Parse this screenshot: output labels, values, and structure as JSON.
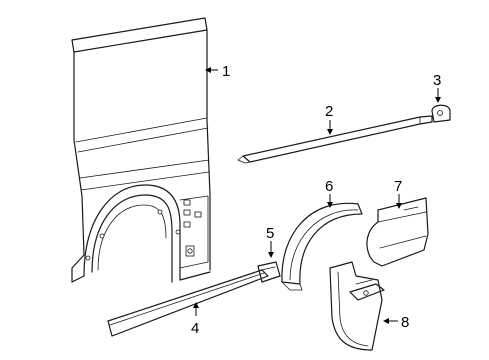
{
  "callouts": [
    {
      "id": 1,
      "label": "1"
    },
    {
      "id": 2,
      "label": "2"
    },
    {
      "id": 3,
      "label": "3"
    },
    {
      "id": 4,
      "label": "4"
    },
    {
      "id": 5,
      "label": "5"
    },
    {
      "id": 6,
      "label": "6"
    },
    {
      "id": 7,
      "label": "7"
    },
    {
      "id": 8,
      "label": "8"
    }
  ]
}
